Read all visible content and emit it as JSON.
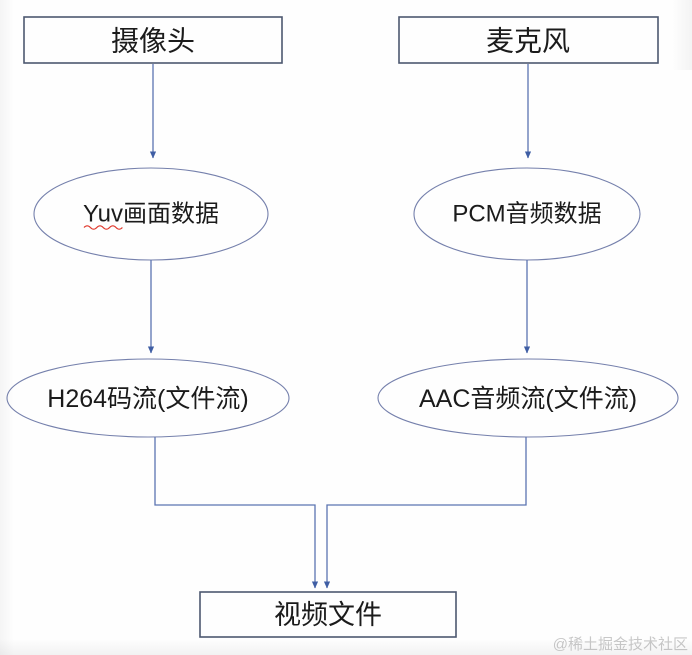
{
  "diagram": {
    "title_hint": "audio-video capture and muxing flowchart",
    "nodes": {
      "camera": {
        "label": "摄像头",
        "shape": "rect"
      },
      "microphone": {
        "label": "麦克风",
        "shape": "rect"
      },
      "yuv": {
        "label": "Yuv画面数据",
        "shape": "ellipse",
        "spellcheck_underline_under": "Yuv"
      },
      "pcm": {
        "label": "PCM音频数据",
        "shape": "ellipse"
      },
      "h264": {
        "label": "H264码流(文件流)",
        "shape": "ellipse"
      },
      "aac": {
        "label": "AAC音频流(文件流)",
        "shape": "ellipse"
      },
      "video_file": {
        "label": "视频文件",
        "shape": "rect"
      }
    },
    "edges": [
      {
        "from": "camera",
        "to": "yuv"
      },
      {
        "from": "microphone",
        "to": "pcm"
      },
      {
        "from": "yuv",
        "to": "h264"
      },
      {
        "from": "pcm",
        "to": "aac"
      },
      {
        "from": "h264",
        "to": "video_file"
      },
      {
        "from": "aac",
        "to": "video_file"
      }
    ],
    "colors": {
      "rect_border": "#4d5870",
      "ellipse_border": "#7580ac",
      "connector_line": "#5b74b2",
      "arrowhead": "#3f5ea4",
      "text": "#1b1b1b",
      "spellcheck_underline": "#e03a2e",
      "watermark": "#c8c8c8",
      "background": "#fefefe"
    }
  },
  "watermark": {
    "text": "@稀土掘金技术社区"
  }
}
